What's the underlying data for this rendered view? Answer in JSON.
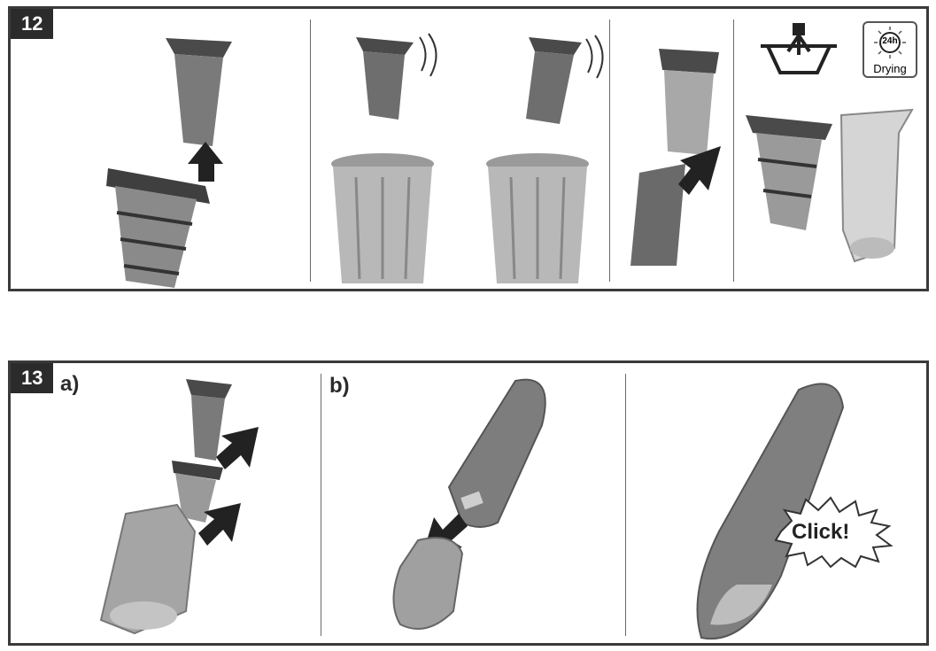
{
  "step12": {
    "number": "12",
    "drying": {
      "hours": "24h",
      "label": "Drying"
    }
  },
  "step13": {
    "number": "13",
    "label_a": "a)",
    "label_b": "b)",
    "click": "Click!"
  },
  "colors": {
    "frame": "#3a3a3a",
    "dark": "#2b2b2b",
    "grey": "#8a8a8a",
    "light": "#c9c9c9"
  }
}
